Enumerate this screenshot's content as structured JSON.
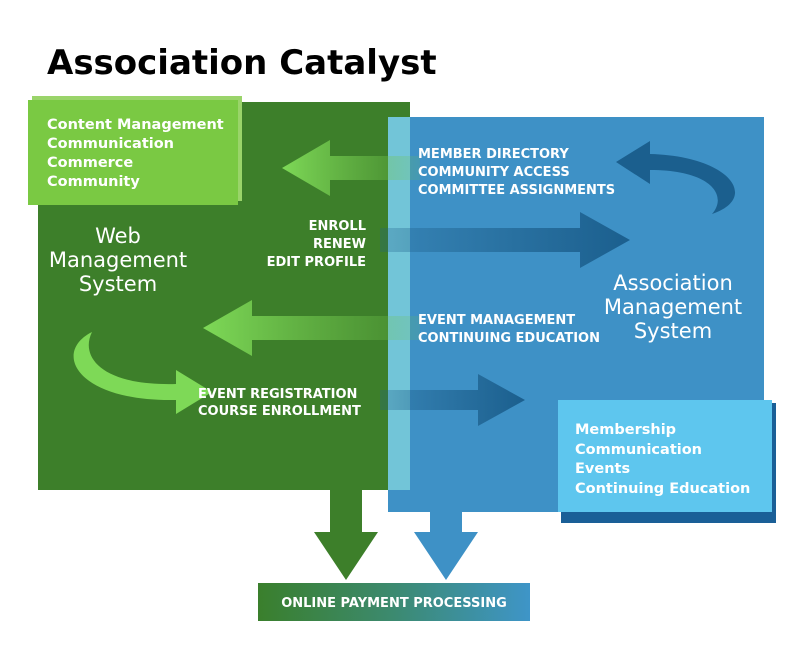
{
  "title": "Association Catalyst",
  "wms_features": [
    "Content Management",
    "Communication",
    "Commerce",
    "Community"
  ],
  "wms_label": [
    "Web",
    "Management",
    "System"
  ],
  "ams_label": [
    "Association",
    "Management",
    "System"
  ],
  "ams_features": [
    "Membership",
    "Communication",
    "Events",
    "Continuing Education"
  ],
  "flow_to_web_1": [
    "MEMBER DIRECTORY",
    "COMMUNITY ACCESS",
    "COMMITTEE ASSIGNMENTS"
  ],
  "flow_to_ams_1": [
    "ENROLL",
    "RENEW",
    "EDIT PROFILE"
  ],
  "flow_to_web_2": [
    "EVENT MANAGEMENT",
    "CONTINUING EDUCATION"
  ],
  "flow_to_ams_2": [
    "EVENT REGISTRATION",
    "COURSE ENROLLMENT"
  ],
  "payment": "ONLINE PAYMENT PROCESSING",
  "colors": {
    "web_green": "#3d7f2a",
    "feature_green": "#7ac943",
    "ams_blue": "#3e91c6",
    "feature_blue": "#5ec6ee",
    "overlap": "#72c5d8"
  }
}
